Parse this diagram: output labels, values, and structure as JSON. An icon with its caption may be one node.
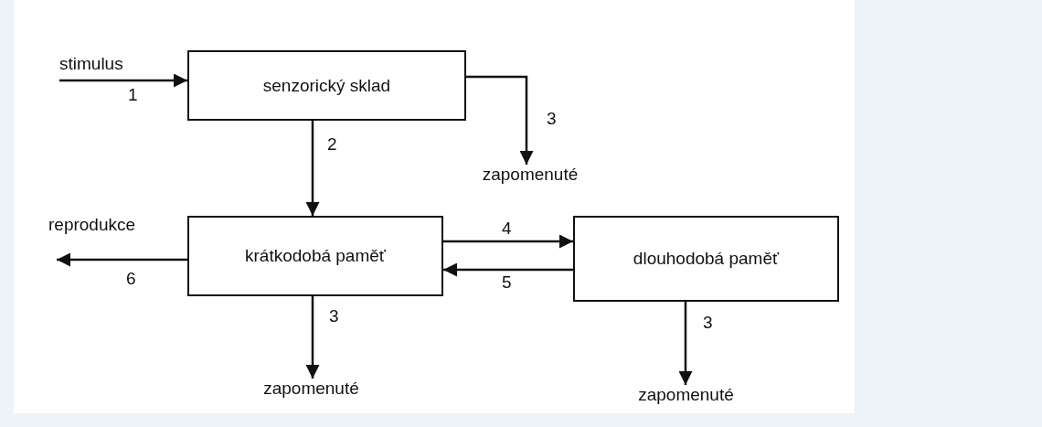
{
  "diagram": {
    "nodes": [
      {
        "text": [
          "senzorický sklad"
        ]
      },
      {
        "text": [
          "zapomenuté"
        ]
      },
      {
        "text": [
          "krátkodobá paměť"
        ]
      },
      {
        "text": [
          "dlouhodobá paměť"
        ]
      },
      {
        "text": [
          "zapomenuté"
        ]
      },
      {
        "text": [
          "zapomenuté"
        ]
      }
    ],
    "edges": [
      {
        "from": null,
        "to": 0,
        "arrow": "to",
        "label": "1"
      },
      {
        "from": 0,
        "to": 1,
        "arrow": "to",
        "label": "3"
      },
      {
        "from": 0,
        "to": 2,
        "arrow": "to",
        "label": "2"
      },
      {
        "from": 2,
        "to": 3,
        "arrow": "to",
        "label": "4"
      },
      {
        "from": 3,
        "to": 2,
        "arrow": "to",
        "label": "5"
      },
      {
        "from": 2,
        "to": null,
        "arrow": "to",
        "label": "6"
      },
      {
        "from": 2,
        "to": 4,
        "arrow": "to",
        "label": "3"
      },
      {
        "from": 3,
        "to": 5,
        "arrow": "to",
        "label": "3"
      }
    ],
    "labels": [
      "stimulus",
      "reprodukce"
    ]
  }
}
